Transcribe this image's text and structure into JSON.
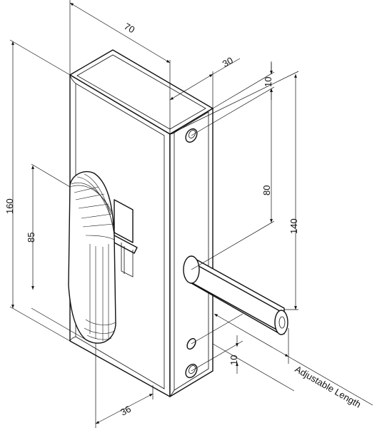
{
  "dimensions": {
    "width_top": "70",
    "depth_top": "30",
    "top_offset": "10",
    "hole_spacing": "80",
    "bolt_height": "140",
    "height_total": "160",
    "handle_height": "85",
    "bottom_offset": "10",
    "handle_offset": "36",
    "bolt_length_label": "Adjustable Length"
  }
}
